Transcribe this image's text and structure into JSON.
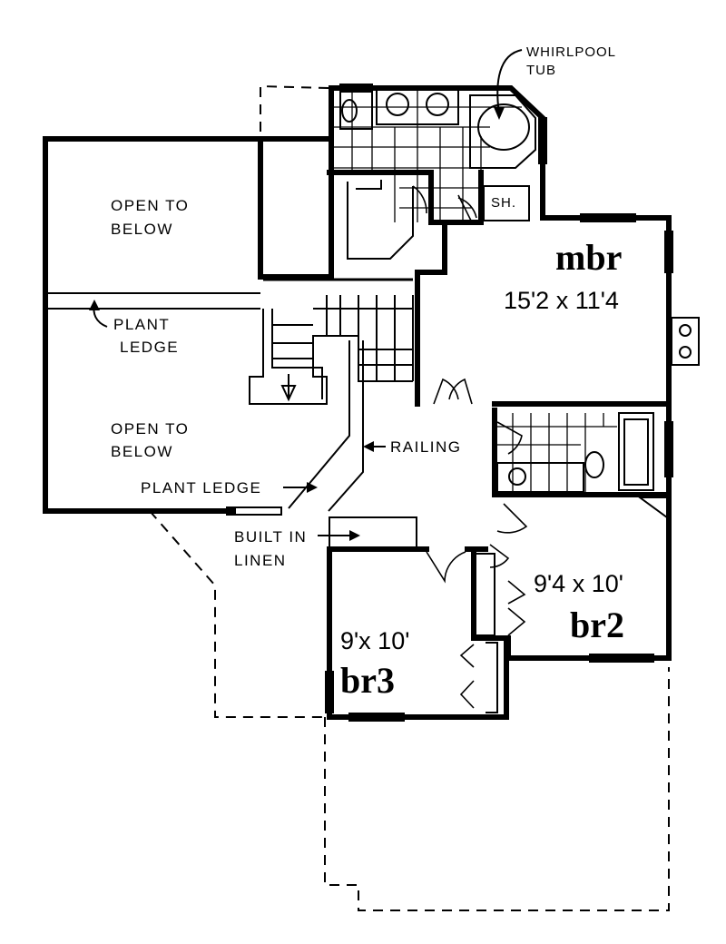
{
  "labels": {
    "whirlpool_tub": [
      "WHIRLPOOL",
      "TUB"
    ],
    "open_to_below_top": [
      "OPEN TO",
      "BELOW"
    ],
    "plant_ledge_upper": [
      "PLANT",
      "LEDGE"
    ],
    "open_to_below_bottom": [
      "OPEN TO",
      "BELOW"
    ],
    "plant_ledge_lower": "PLANT LEDGE",
    "railing": "RAILING",
    "built_in_linen": [
      "BUILT IN",
      "LINEN"
    ],
    "shower": "SH."
  },
  "rooms": {
    "mbr": {
      "name": "mbr",
      "size": "15'2 x 11'4"
    },
    "br2": {
      "name": "br2",
      "size": "9'4 x 10'"
    },
    "br3": {
      "name": "br3",
      "size": "9'x 10'"
    }
  }
}
